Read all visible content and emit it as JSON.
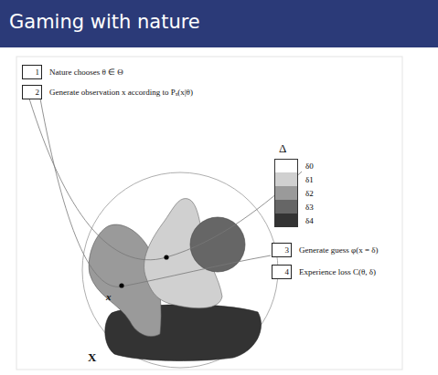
{
  "diagram": {
    "title": "Gaming with nature",
    "nodes": [
      {
        "text": [
          "1",
          "Nature chooses θ ∈ Θ"
        ]
      },
      {
        "text": [
          "2",
          "Generate observation x according to Pₓ(x|θ)"
        ]
      },
      {
        "text": [
          "3",
          "Generate guess φ(x = δ)"
        ]
      },
      {
        "text": [
          "4",
          "Experience loss C(θ, δ)"
        ]
      }
    ],
    "labels": [
      "Δ",
      "x",
      "X"
    ],
    "legend": [
      {
        "text": "δ0",
        "color": "#ffffff"
      },
      {
        "text": "δ1",
        "color": "#d0d0d0"
      },
      {
        "text": "δ2",
        "color": "#9a9a9a"
      },
      {
        "text": "δ3",
        "color": "#666666"
      },
      {
        "text": "δ4",
        "color": "#333333"
      }
    ]
  }
}
